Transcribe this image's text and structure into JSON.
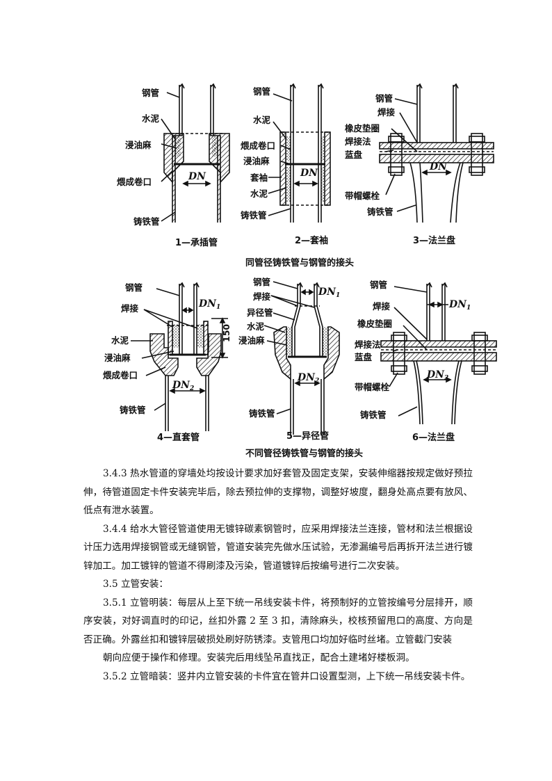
{
  "figure": {
    "row1": {
      "caption": "同管径铸铁管与钢管的接头",
      "d1": {
        "caption": "1—承插管",
        "labels": [
          "钢管",
          "水泥",
          "浸油麻",
          "煨成卷口",
          "铸铁管"
        ],
        "dn": "DN"
      },
      "d2": {
        "caption": "2—套袖",
        "labels": [
          "钢管",
          "水泥",
          "煨成卷口",
          "浸油麻",
          "套袖",
          "水泥",
          "铸铁管"
        ],
        "dn": "DN"
      },
      "d3": {
        "caption": "3—法兰盘",
        "labels": [
          "钢管",
          "焊接",
          "橡皮垫圈",
          "焊接法",
          "蓝盘",
          "带帽螺栓",
          "铸铁管"
        ],
        "dn": "DN"
      }
    },
    "row2": {
      "caption": "不同管径铸铁管与钢管的接头",
      "d4": {
        "caption": "4—直套管",
        "labels": [
          "钢管",
          "焊接",
          "水泥",
          "浸油麻",
          "煨成卷口",
          "铸铁管"
        ],
        "dn1": "DN",
        "dn1_sub": "1",
        "dn2": "DN",
        "dn2_sub": "2",
        "dim": "150"
      },
      "d5": {
        "caption": "5—异径管",
        "labels": [
          "钢管",
          "焊接",
          "异径管",
          "水泥",
          "浸油麻",
          "铸铁管"
        ],
        "dn1": "DN",
        "dn1_sub": "1",
        "dn2": "DN",
        "dn2_sub": "2"
      },
      "d6": {
        "caption": "6—法兰盘",
        "labels": [
          "钢管",
          "焊接",
          "橡皮垫圈",
          "焊接法",
          "蓝盘",
          "带帽螺栓",
          "铸铁管"
        ],
        "dn1": "DN",
        "dn1_sub": "1",
        "dn2": "DN",
        "dn2_sub": "2"
      }
    }
  },
  "body": {
    "p1": "3.4.3 热水管道的穿墙处均按设计要求加好套管及固定支架，安装伸缩器按规定做好预拉伸，待管道固定卡件安装完毕后，除去预拉伸的支撑物，调整好坡度，翻身处高点要有放风、低点有泄水装置。",
    "p2": "3.4.4 给水大管径管道使用无镀锌碳素钢管时，应采用焊接法兰连接，管材和法兰根据设计压力选用焊接钢管或无缝钢管，管道安装完先做水压试验，无渗漏编号后再拆开法兰进行镀锌加工。加工镀锌的管道不得刷漆及污染，管道镀锌后按编号进行二次安装。",
    "p3": "3.5 立管安装：",
    "p4": "3.5.1 立管明装：每层从上至下统一吊线安装卡件，将预制好的立管按编号分层排开，顺序安装，对好调直时的印记，丝扣外露 2 至 3 扣，清除麻头，校核预留甩口的高度、方向是否正确。外露丝扣和镀锌层破损处刷好防锈漆。支管甩口均加好临时丝堵。立管截门安装",
    "p5": "朝向应便于操作和修理。安装完后用线坠吊直找正，配合土建堵好楼板洞。",
    "p6": "3.5.2 立管暗装：竖井内立管安装的卡件宜在管井口设置型测，上下统一吊线安装卡件。"
  }
}
